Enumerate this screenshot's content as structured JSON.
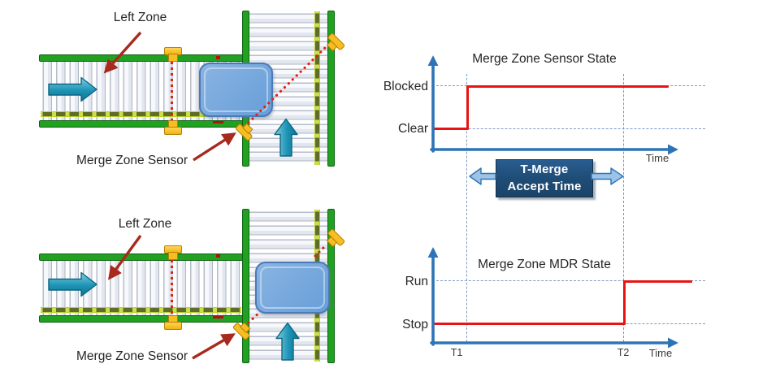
{
  "figure": {
    "description_elements": [
      "roller conveyor plan views",
      "merge junction",
      "photo-eye sensors",
      "package tote",
      "flow arrows",
      "timing diagrams"
    ]
  },
  "diagrams": {
    "top": {
      "left_zone_label": "Left Zone",
      "merge_sensor_label": "Merge Zone Sensor"
    },
    "bottom": {
      "left_zone_label": "Left Zone",
      "merge_sensor_label": "Merge Zone Sensor"
    }
  },
  "charts": {
    "sensor_state": {
      "title": "Merge Zone Sensor State",
      "y_high_label": "Blocked",
      "y_low_label": "Clear",
      "time_label": "Time"
    },
    "mdr_state": {
      "title": "Merge Zone MDR State",
      "y_high_label": "Run",
      "y_low_label": "Stop",
      "time_label": "Time",
      "t1_label": "T1",
      "t2_label": "T2"
    },
    "t_merge": {
      "line1": "T-Merge",
      "line2": "Accept Time"
    }
  },
  "colors": {
    "signal_red": "#e81414",
    "axis_blue": "#2e74b5",
    "dashed_reference_blue": "#7e9cc4",
    "callout_dark_red": "#a8291d",
    "rail_green": "#22a022",
    "sensor_yellow": "#f7bd22",
    "tote_blue": "#6fa3dc",
    "flow_arrow_teal": "#1d93b5",
    "t_merge_box_navy": "#1f4e79"
  },
  "chart_data": [
    {
      "type": "line",
      "step": true,
      "title": "Merge Zone Sensor State",
      "xlabel": "Time",
      "x_markers": [
        "T1",
        "T2"
      ],
      "y_categories": [
        "Clear",
        "Blocked"
      ],
      "series": [
        {
          "name": "Merge Zone Sensor State",
          "points": [
            [
              "start",
              "Clear"
            ],
            [
              "T1",
              "Clear"
            ],
            [
              "T1",
              "Blocked"
            ],
            [
              "end",
              "Blocked"
            ]
          ]
        }
      ],
      "grid": "dashed reference lines at Clear/Blocked levels and at T1/T2",
      "legend": false,
      "annotation": "T-Merge Accept Time spans from T1 to T2"
    },
    {
      "type": "line",
      "step": true,
      "title": "Merge Zone MDR State",
      "xlabel": "Time",
      "x_markers": [
        "T1",
        "T2"
      ],
      "y_categories": [
        "Stop",
        "Run"
      ],
      "series": [
        {
          "name": "Merge Zone MDR State",
          "points": [
            [
              "start",
              "Stop"
            ],
            [
              "T2",
              "Stop"
            ],
            [
              "T2",
              "Run"
            ],
            [
              "end",
              "Run"
            ]
          ]
        }
      ],
      "grid": "dashed reference lines at Stop/Run levels and at T1/T2",
      "legend": false
    }
  ]
}
